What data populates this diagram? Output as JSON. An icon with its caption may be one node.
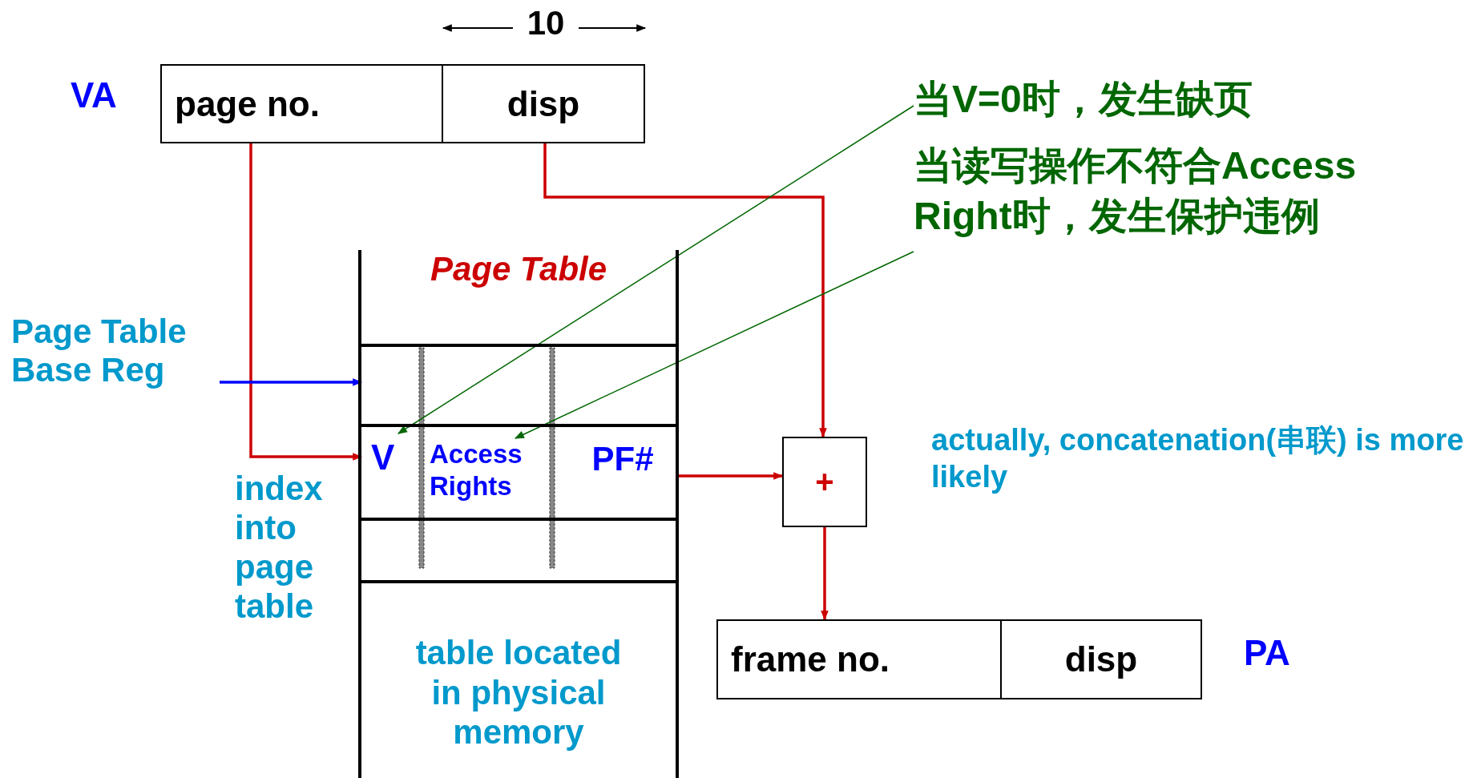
{
  "diagram": {
    "nodes": [
      {
        "text": [
          "page no."
        ]
      },
      {
        "text": [
          "disp"
        ]
      },
      {
        "text": [
          "Page Table",
          "table located in physical memory"
        ]
      },
      {
        "text": [],
        "shape": "box",
        "in": 2
      },
      {
        "text": [],
        "shape": "box",
        "in": 2
      },
      {
        "text": [
          "V"
        ],
        "in": 4
      },
      {
        "text": [
          "Access Rights"
        ],
        "in": 4
      },
      {
        "text": [
          "PF#"
        ],
        "in": 4
      },
      {
        "text": [],
        "shape": "box",
        "in": 2
      },
      {
        "text": [
          "+"
        ]
      },
      {
        "text": [
          "frame no."
        ]
      },
      {
        "text": [
          "disp"
        ]
      },
      {
        "text": [
          "当V=0时，发生缺页"
        ]
      },
      {
        "text": [
          "当读写操作不符合Access Right时，发生保护违例"
        ]
      },
      {
        "text": [
          "Page Table Base Reg"
        ]
      }
    ],
    "edges": [
      {
        "from": 0,
        "to": 4,
        "arrow": "to"
      },
      {
        "from": 1,
        "to": 9,
        "arrow": "to"
      },
      {
        "from": 7,
        "to": 9,
        "arrow": "to"
      },
      {
        "from": 9,
        "to": 10,
        "arrow": "to"
      },
      {
        "from": 14,
        "to": 3,
        "arrow": "to",
        "color": "#0000ff"
      },
      {
        "from": 12,
        "to": 5,
        "arrow": "to",
        "color": "#006600"
      },
      {
        "from": 13,
        "to": 6,
        "arrow": "to",
        "color": "#006600"
      }
    ],
    "labels": [
      "10",
      "VA",
      "index into page table",
      "actually, concatenation(串联) is more likely",
      "PA"
    ]
  }
}
